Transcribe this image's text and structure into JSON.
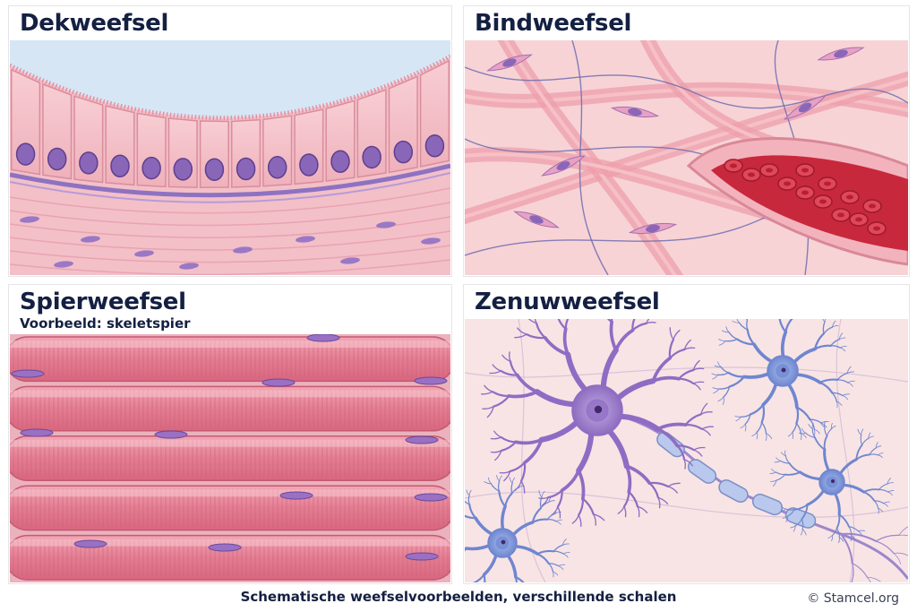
{
  "panels": {
    "epithelial": {
      "title": "Dekweefsel"
    },
    "connective": {
      "title": "Bindweefsel"
    },
    "muscle": {
      "title": "Spierweefsel",
      "subtitle": "Voorbeeld: skeletspier"
    },
    "nervous": {
      "title": "Zenuwweefsel"
    }
  },
  "caption": "Schematische weefselvoorbeelden, verschillende schalen",
  "credit": "© Stamcel.org",
  "colors": {
    "title_text": "#142042",
    "tissue_pink": "#f2b6c0",
    "nucleus_purple": "#8a66b8",
    "muscle_red": "#e27a8e",
    "blood_red": "#c8283c",
    "neuron_lilac": "#a78ad0",
    "neuron_blue": "#7f90d8",
    "lumen_blue": "#d6e6f5"
  },
  "icons": [
    "epithelium-illustration",
    "connective-tissue-illustration",
    "skeletal-muscle-illustration",
    "neuron-illustration"
  ]
}
